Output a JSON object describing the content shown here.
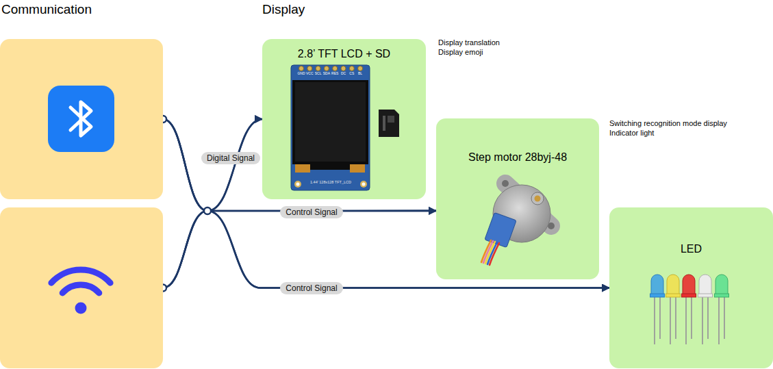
{
  "diagram": {
    "nodes": [
      {
        "text": []
      },
      {
        "text": []
      },
      {
        "text": [
          "2.8’ TFT LCD + SD"
        ]
      },
      {
        "text": [
          "Step motor 28byj-48"
        ]
      },
      {
        "text": [
          "LED"
        ]
      }
    ],
    "edges": [
      {
        "from": 0,
        "to": 2,
        "arrow": "to",
        "label": "Digital Signal"
      },
      {
        "from": 0,
        "to": 3,
        "arrow": "to",
        "label": "Control Signal"
      },
      {
        "from": 0,
        "to": 4,
        "arrow": "to",
        "label": "Control Signal"
      },
      {
        "from": 1,
        "to": 2,
        "arrow": "to"
      },
      {
        "from": 1,
        "to": 3,
        "arrow": "to"
      },
      {
        "from": 1,
        "to": 4,
        "arrow": "to"
      }
    ],
    "labels": [
      "Communication",
      "Display",
      "Display translation",
      "Display emoji",
      "Switching recognition mode display",
      "Indicator light",
      "GND",
      "VCC",
      "SCL",
      "SDA",
      "RES",
      "DC",
      "CS",
      "BL",
      "1.44' 128x128 TFT_LCD"
    ]
  }
}
